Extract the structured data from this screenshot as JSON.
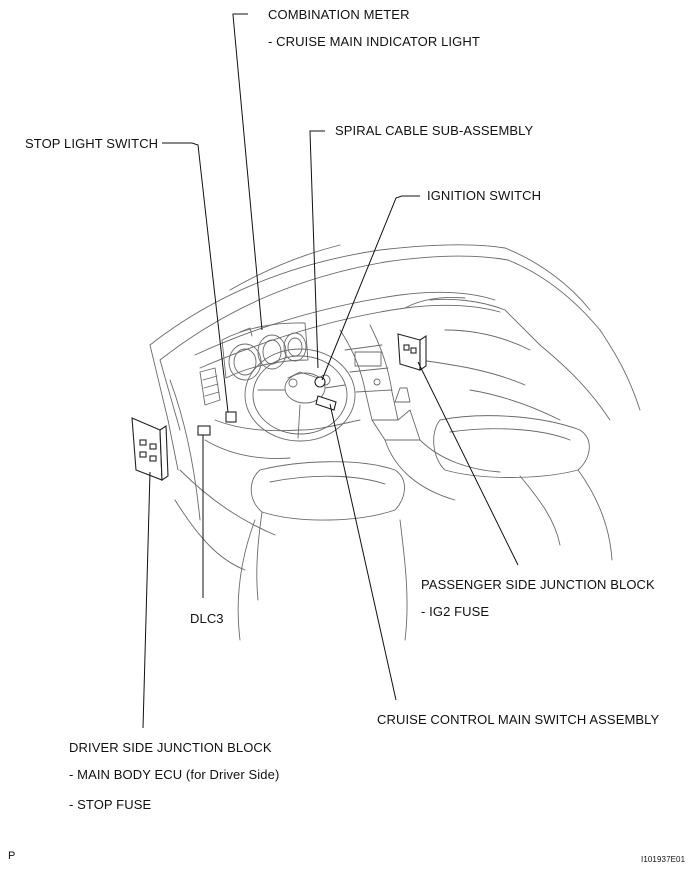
{
  "labels": {
    "combination_meter": "COMBINATION METER",
    "cruise_main_indicator": "- CRUISE MAIN INDICATOR LIGHT",
    "stop_light_switch": "STOP LIGHT SWITCH",
    "spiral_cable": "SPIRAL CABLE SUB-ASSEMBLY",
    "ignition_switch": "IGNITION SWITCH",
    "passenger_jb": "PASSENGER SIDE JUNCTION BLOCK",
    "ig2_fuse": "- IG2 FUSE",
    "dlc3": "DLC3",
    "cruise_main_switch": "CRUISE CONTROL MAIN SWITCH ASSEMBLY",
    "driver_jb": "DRIVER SIDE JUNCTION BLOCK",
    "main_body_ecu": "- MAIN BODY ECU (for Driver Side)",
    "stop_fuse": "- STOP FUSE"
  },
  "footer": {
    "page_mark": "P",
    "figure_id": "I101937E01"
  }
}
